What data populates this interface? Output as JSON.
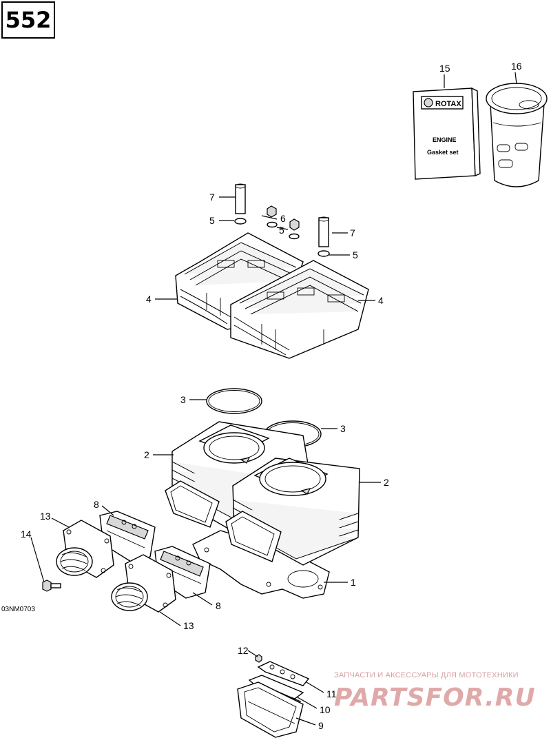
{
  "page": {
    "model_number": "552",
    "reference_code": "03NM0703"
  },
  "gasket_set": {
    "brand": "ROTAX",
    "line1": "ENGINE",
    "line2": "Gasket set"
  },
  "watermark": {
    "tagline": "ЗАПЧАСТИ И АКСЕССУАРЫ ДЛЯ МОТОТЕХНИКИ",
    "logo": "PARTSFOR.RU"
  },
  "callouts": [
    "15",
    "16",
    "7",
    "6",
    "5",
    "5",
    "7",
    "5",
    "4",
    "4",
    "3",
    "3",
    "2",
    "2",
    "8",
    "13",
    "14",
    "1",
    "8",
    "13",
    "12",
    "11",
    "10",
    "9"
  ]
}
